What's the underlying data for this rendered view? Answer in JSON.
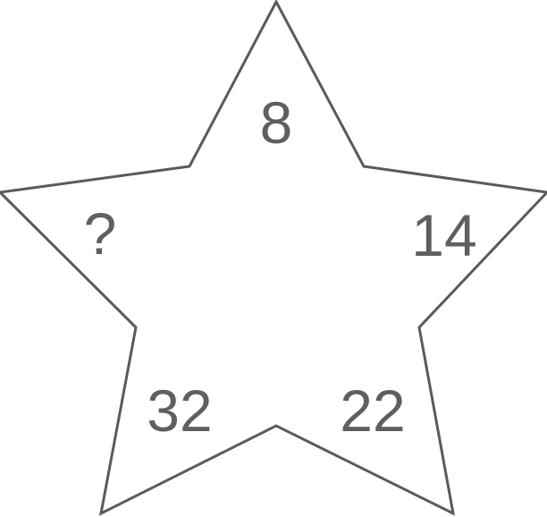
{
  "colors": {
    "outline": "#5a5a5a",
    "text": "#5f5f5f",
    "background": "#ffffff"
  },
  "star": {
    "numbers": {
      "top": "8",
      "left": "?",
      "right": "14",
      "bottom_left": "32",
      "bottom_right": "22"
    }
  }
}
